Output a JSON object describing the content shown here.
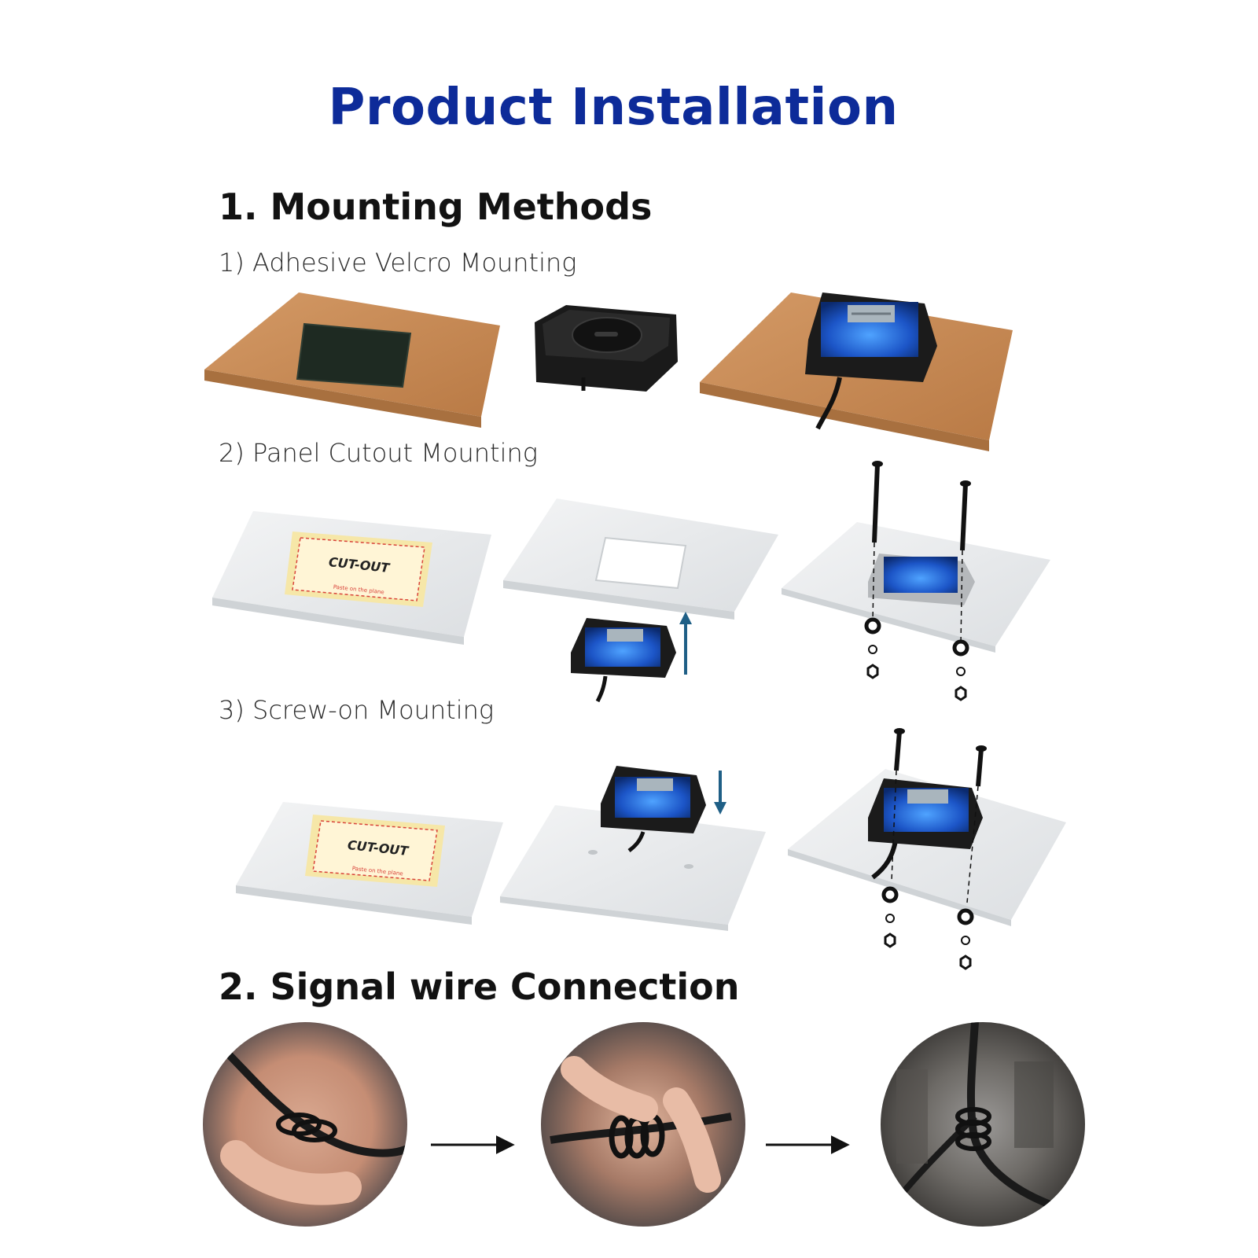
{
  "page": {
    "title": "Product Installation",
    "section1": {
      "heading": "1. Mounting Methods",
      "methods": [
        {
          "label": "1) Adhesive Velcro Mounting"
        },
        {
          "label": "2) Panel Cutout Mounting"
        },
        {
          "label": "3) Screw-on Mounting"
        }
      ],
      "template_text": "CUT-OUT",
      "template_note": "Paste on the plane"
    },
    "section2": {
      "heading": "2. Signal wire Connection",
      "steps": [
        "wrap-wire-around-plug-wire",
        "coil-wire-tightly",
        "finished-coil-on-engine"
      ]
    },
    "colors": {
      "title": "#0d2b99",
      "arrow_blue": "#1f5f86",
      "board": "#c98b56",
      "acrylic": "#e9ecee",
      "device_body": "#1b1b1b",
      "device_face": "#1c55c7"
    }
  }
}
